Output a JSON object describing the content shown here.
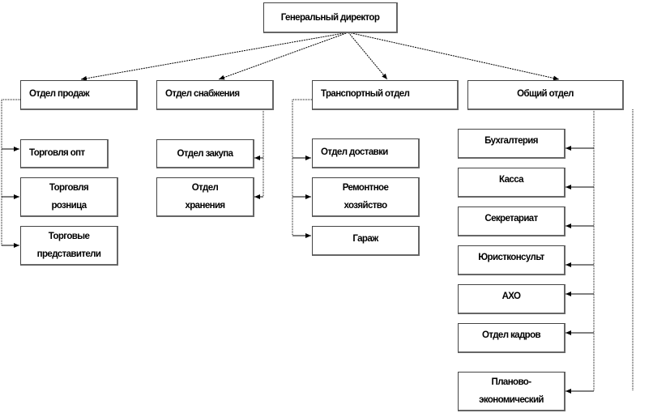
{
  "director": "Генеральный директор",
  "departments": [
    {
      "label": "Отдел продаж",
      "children": [
        "Торговля опт",
        "Торговля розница",
        "Торговые представители"
      ]
    },
    {
      "label": "Отдел снабжения",
      "children": [
        "Отдел закупа",
        "Отдел хранения"
      ]
    },
    {
      "label": "Транспортный отдел",
      "children": [
        "Отдел доставки",
        "Ремонтное хозяйство",
        "Гараж"
      ]
    },
    {
      "label": "Общий отдел",
      "children": [
        "Бухгалтерия",
        "Касса",
        "Секретариат",
        "Юристконсульт",
        "АХО",
        "Отдел кадров",
        "Планово-экономический"
      ]
    }
  ]
}
